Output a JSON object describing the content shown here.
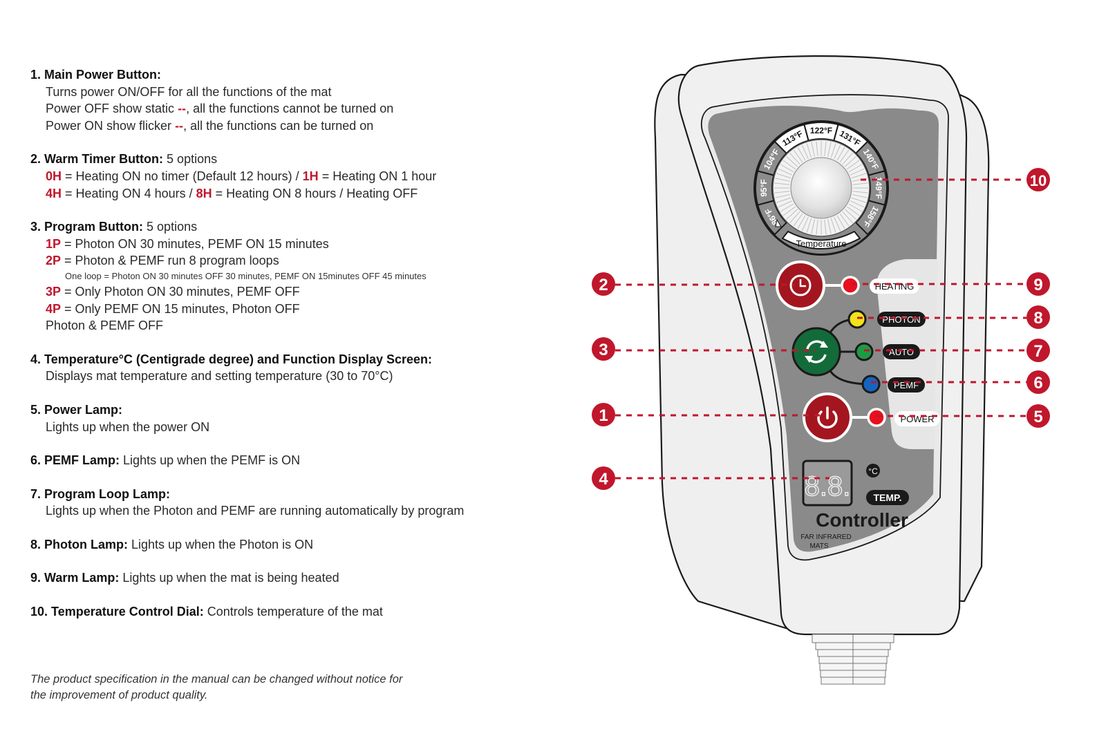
{
  "sections": [
    {
      "number": "1.",
      "title": "Main Power Button:",
      "title_suffix": "",
      "lines": [
        {
          "pre": "",
          "code": "",
          "text": "Turns power ON/OFF for all the functions of the mat"
        },
        {
          "pre": "Power OFF show static ",
          "code": "--",
          "text": ", all the functions cannot be turned on"
        },
        {
          "pre": "Power ON show flicker ",
          "code": "--",
          "text": ", all the functions can be turned on"
        }
      ]
    },
    {
      "number": "2.",
      "title": "Warm Timer Button:",
      "title_suffix": " 5 options",
      "options_lines": [
        [
          {
            "code": "0H",
            "text": " = Heating ON no timer (Default 12 hours) / "
          },
          {
            "code": "1H",
            "text": " = Heating ON 1 hour"
          }
        ],
        [
          {
            "code": "4H",
            "text": " = Heating ON 4 hours / "
          },
          {
            "code": "8H",
            "text": " = Heating ON 8 hours / Heating OFF"
          }
        ]
      ]
    },
    {
      "number": "3.",
      "title": "Program Button:",
      "title_suffix": " 5 options",
      "options": [
        {
          "code": "1P",
          "text": " = Photon ON 30 minutes, PEMF ON 15 minutes"
        },
        {
          "code": "2P",
          "text": " = Photon & PEMF run 8 program loops"
        },
        {
          "code": "3P",
          "text": " = Only Photon ON 30 minutes, PEMF OFF"
        },
        {
          "code": "4P",
          "text": " = Only PEMF ON 15 minutes, Photon OFF"
        }
      ],
      "loop_note": "One loop = Photon ON 30 minutes OFF 30 minutes, PEMF ON 15minutes OFF 45 minutes",
      "last_line": "Photon & PEMF OFF"
    },
    {
      "number": "4.",
      "title": "Temperature°C (Centigrade degree) and Function Display Screen:",
      "line": "Displays mat temperature and setting temperature (30 to 70°C)"
    },
    {
      "number": "5.",
      "title": "Power Lamp:",
      "line": "Lights up when the power ON"
    },
    {
      "number": "6.",
      "title": "PEMF Lamp:",
      "inline": " Lights up when the PEMF is ON"
    },
    {
      "number": "7.",
      "title": "Program Loop Lamp:",
      "line": "Lights up when the Photon and PEMF are running automatically by program"
    },
    {
      "number": "8.",
      "title": "Photon Lamp:",
      "inline": " Lights up when the Photon is ON"
    },
    {
      "number": "9.",
      "title": "Warm Lamp:",
      "inline": " Lights up when the mat is being heated"
    },
    {
      "number": "10.",
      "title": "Temperature Control Dial:",
      "inline": " Controls temperature of the mat"
    }
  ],
  "footnote": {
    "line1": "The product specification in the manual can be changed without notice for",
    "line2": "the improvement of product quality."
  },
  "controller": {
    "dial_labels": [
      "86°F",
      "95°F",
      "104°F",
      "113°F",
      "122°F",
      "131°F",
      "140°F",
      "149°F",
      "158°F"
    ],
    "dial_caption": "Temperature",
    "lamp_labels": {
      "heating": "HEATING",
      "photon": "PHOTON",
      "auto": "AUTO",
      "pemf": "PEMF",
      "power": "POWER"
    },
    "display_value": "8.8.",
    "celsius_badge": "°C",
    "temp_badge": "TEMP.",
    "brand": "Controller",
    "sub_brand_line1": "FAR INFRARED",
    "sub_brand_line2": "MATS",
    "callouts": {
      "c1": "1",
      "c2": "2",
      "c3": "3",
      "c4": "4",
      "c5": "5",
      "c6": "6",
      "c7": "7",
      "c8": "8",
      "c9": "9",
      "c10": "10"
    },
    "colors": {
      "accent_red": "#c0172c",
      "button_red": "#a3161f",
      "button_green": "#146b3a",
      "lamp_red": "#e8101e",
      "lamp_yellow": "#f3e31a",
      "lamp_green": "#1d9a44",
      "lamp_blue": "#1565c0",
      "panel_gray": "#8a8a8a"
    }
  }
}
